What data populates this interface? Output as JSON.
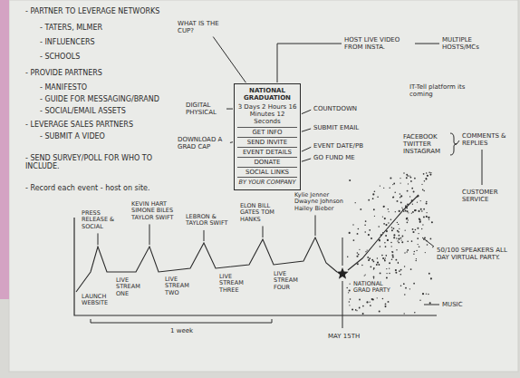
{
  "diagram": {
    "nodes": [
      {
        "text": [
          "NATIONAL GRADUATION",
          "3 Days 2 Hours 16 Minutes 12 Seconds",
          "GET INFO",
          "SEND INVITE",
          "EVENT DETAILS",
          "DONATE",
          "SOCIAL LINKS",
          "BY YOUR COMPANY"
        ]
      }
    ],
    "labels": [
      "- PARTNER TO LEVERAGE NETWORKS",
      "- TATERS, MLMER",
      "- INFLUENCERS",
      "- SCHOOLS",
      "- PROVIDE PARTNERS",
      "- MANIFESTO",
      "- GUIDE FOR MESSAGING/BRAND",
      "- SOCIAL/EMAIL ASSETS",
      "- LEVERAGE SALES PARTNERS",
      "- SUBMIT A VIDEO",
      "- SEND SURVEY/POLL FOR WHO TO INCLUDE.",
      "- Record each event - host on site.",
      "WHAT IS THE CUP?",
      "DIGITAL PHYSICAL",
      "DOWNLOAD A GRAD CAP",
      "COUNTDOWN",
      "SUBMIT EMAIL",
      "EVENT DATE/PB",
      "GO FUND ME",
      "HOST LIVE VIDEO FROM INSTA.",
      "MULTIPLE HOSTS/MCs",
      "IT-Tell platform its coming",
      "FACEBOOK TWITTER INSTAGRAM",
      "COMMENTS & REPLIES",
      "CUSTOMER SERVICE",
      "PRESS RELEASE & SOCIAL",
      "KEVIN HART SIMONE BILES TAYLOR SWIFT",
      "LEBRON & TAYLOR SWIFT",
      "ELON BILL GATES TOM HANKS",
      "Kylie Jenner Dwayne Johnson Hailey Bieber",
      "LAUNCH WEBSITE",
      "LIVE STREAM ONE",
      "LIVE STREAM TWO",
      "LIVE STREAM THREE",
      "LIVE STREAM FOUR",
      "NATIONAL GRAD PARTY",
      "1 week",
      "MAY 15TH",
      "50/100 SPEAKERS ALL DAY VIRTUAL PARTY.",
      "MUSIC"
    ]
  }
}
